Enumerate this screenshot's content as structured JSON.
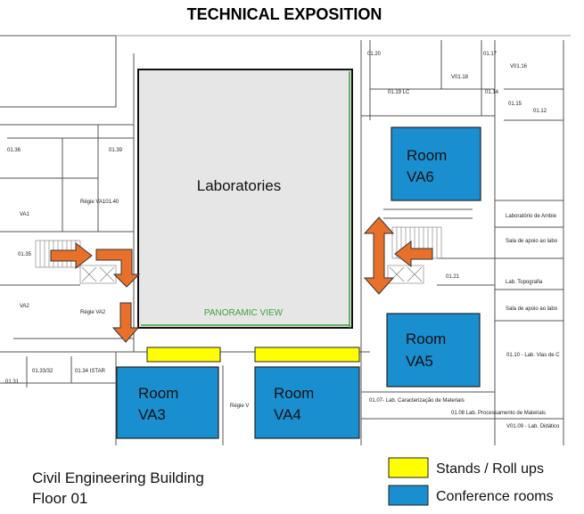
{
  "title": "TECHNICAL EXPOSITION",
  "laboratories_label": "Laboratories",
  "panoramic_label": "PANORAMIC VIEW",
  "conference_rooms": [
    {
      "id": "VA6",
      "line1": "Room",
      "line2": "VA6"
    },
    {
      "id": "VA5",
      "line1": "Room",
      "line2": "VA5"
    },
    {
      "id": "VA3",
      "line1": "Room",
      "line2": "VA3"
    },
    {
      "id": "VA4",
      "line1": "Room",
      "line2": "VA4"
    }
  ],
  "room_labels": [
    "01.20",
    "01.17",
    "V01.16",
    "V01.18",
    "01.19 LC",
    "01.14",
    "01.15",
    "01.12",
    "01.36",
    "01.39",
    "Régie VA101.40",
    "VA1",
    "01.35",
    "VA2",
    "Régie VA2",
    "01.21",
    "Laboratório de Ambie",
    "Sala de apoio ao labo",
    "Lab. Topografia",
    "Sala de apoio ao labo",
    "01.10 - Lab. Vias de C",
    "01.07- Lab. Caracterização de Materiais",
    "01.08 Lab. Processamento de Materiais",
    "V01.09 - Lab. Didático",
    "01.33/32",
    "01.34 ISTAR",
    "01.31",
    "Régie V"
  ],
  "caption": {
    "line1": "Civil Engineering Building",
    "line2": "Floor 01"
  },
  "legend": [
    {
      "label": "Stands / Roll ups",
      "color": "#ffff00"
    },
    {
      "label": "Conference rooms",
      "color": "#1a8fd0"
    }
  ],
  "colors": {
    "conference": "#1a8fd0",
    "stand": "#ffff00",
    "arrow": "#e8702a",
    "lab_fill": "#e6e6e6",
    "panoramic": "#3da33d"
  }
}
